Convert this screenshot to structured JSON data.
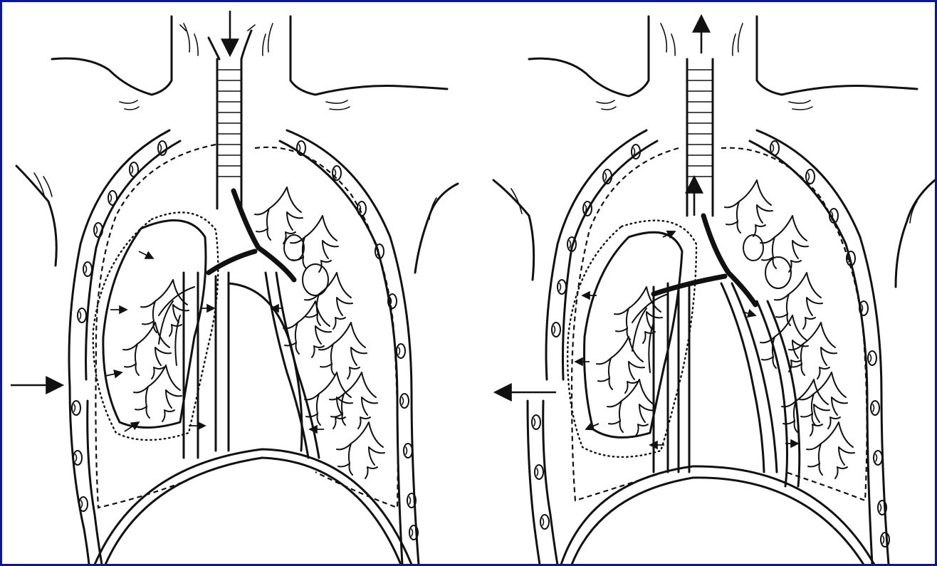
{
  "figure": {
    "panels": [
      {
        "id": "left",
        "state": "collapsed-lung-inspiration",
        "chest_arrow": "inward",
        "trachea_arrow": "down"
      },
      {
        "id": "right",
        "state": "collapsed-lung-expiration",
        "chest_arrow": "outward",
        "trachea_arrow": "up"
      }
    ],
    "colors": {
      "border": "#0a1a8c",
      "ink": "#111111",
      "background": "#ffffff"
    }
  }
}
